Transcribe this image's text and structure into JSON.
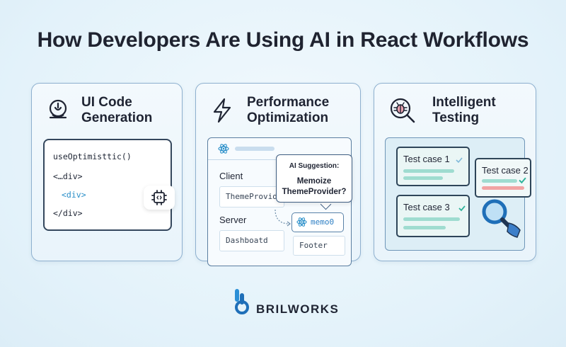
{
  "title": "How Developers Are Using AI in React Workflows",
  "cards": [
    {
      "title_line1": "UI Code",
      "title_line2": "Generation",
      "icon": "brain-head-icon",
      "code_lines": [
        "useOptimisttic()",
        "<…div>",
        "<div>",
        "</div>"
      ],
      "badge_icon": "code-chip-icon"
    },
    {
      "title_line1": "Performance",
      "title_line2": "Optimization",
      "icon": "lightning-bolt-icon",
      "labels": {
        "client": "Client",
        "server": "Server"
      },
      "inputs": {
        "client": "ThemeProvid",
        "server": "Dashboatd",
        "footer": "Footer"
      },
      "tooltip": {
        "heading": "AI Suggestion:",
        "line1": "Memoize",
        "line2": "ThemeProvider?"
      },
      "memo_label": "memo0"
    },
    {
      "title_line1": "Intelligent",
      "title_line2": "Testing",
      "icon": "bug-magnifier-icon",
      "tests": [
        "Test case 1",
        "Test case 2",
        "Test case 3"
      ]
    }
  ],
  "brand": "BRILWORKS",
  "colors": {
    "background": "#e3f2fa",
    "card_border": "#8eb0cf",
    "accent_blue": "#2a8fc9",
    "teal": "#9fdcd0",
    "pink": "#f2a3a3",
    "check_green": "#2fb39a"
  }
}
